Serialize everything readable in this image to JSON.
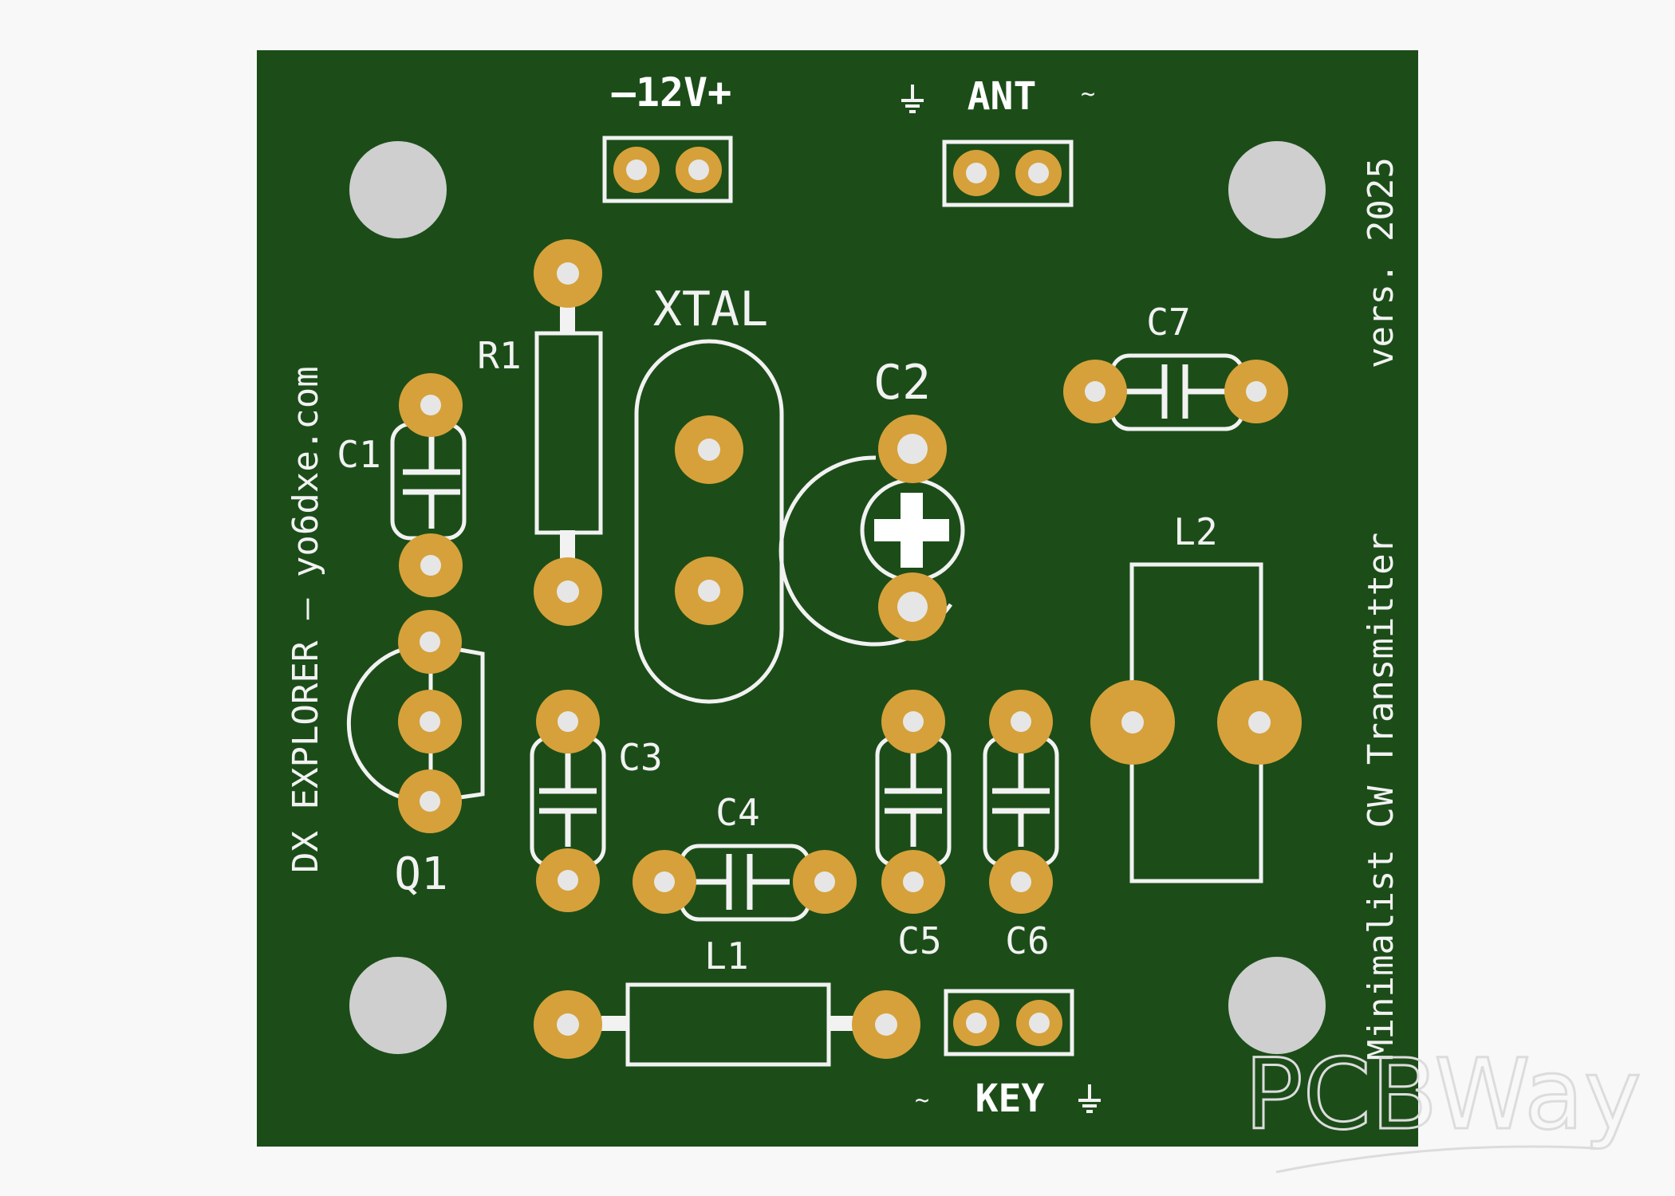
{
  "board": {
    "color": "#1c4d19",
    "pad_color": "#d6a13a",
    "silkscreen_color": "#f2f2f2"
  },
  "connectors": {
    "power_label": "–12V+",
    "antenna_label": "ANT",
    "antenna_tilde": "~",
    "key_label": "KEY",
    "key_tilde": "~"
  },
  "side_text": {
    "left": "DX EXPLORER – yo6dxe.com",
    "right_version": "vers. 2025",
    "right_title": "Minimalist CW Transmitter"
  },
  "components": {
    "r1": "R1",
    "xtal": "XTAL",
    "c1": "C1",
    "c2": "C2",
    "c3": "C3",
    "c4": "C4",
    "c5": "C5",
    "c6": "C6",
    "c7": "C7",
    "q1": "Q1",
    "l1": "L1",
    "l2": "L2"
  },
  "watermark": "PCBWay"
}
